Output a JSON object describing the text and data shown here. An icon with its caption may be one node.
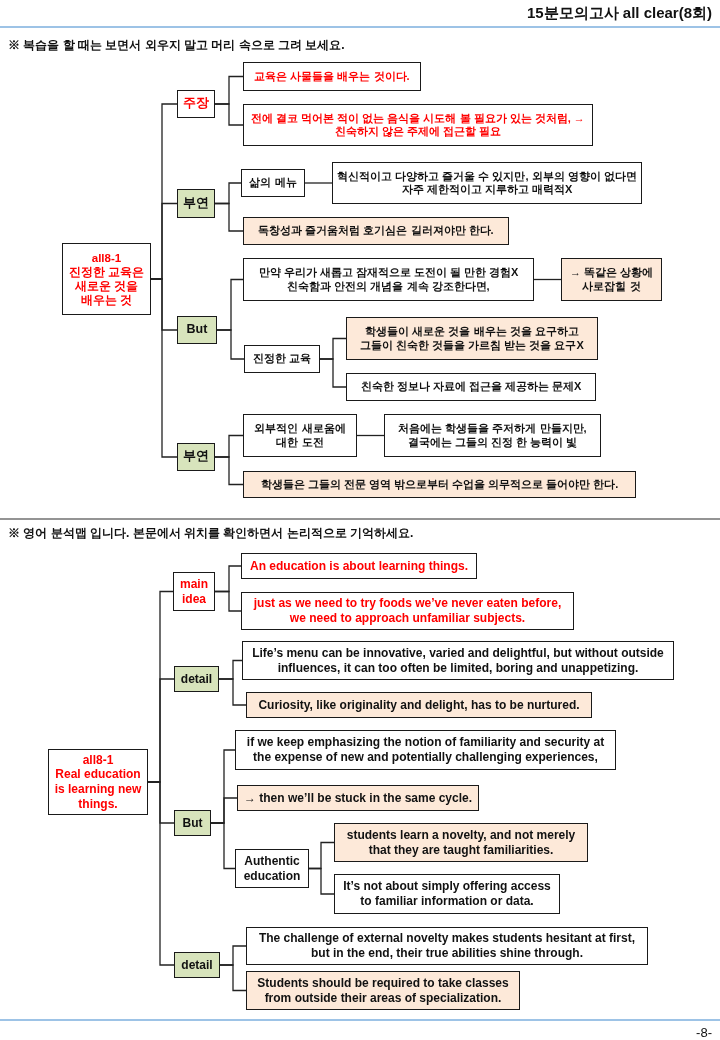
{
  "diagram": {
    "title": "15분모의고사 all clear(8회)",
    "nodes": [
      {
        "text": [
          "all8-1",
          "진정한 교육은 새로운 것을 배우는 것"
        ]
      },
      {
        "text": [
          "주장"
        ]
      },
      {
        "text": [
          "교육은 사물들을 배우는 것이다."
        ]
      },
      {
        "text": [
          "전에 결코 먹어본 적이 없는 음식을 시도해 볼 필요가 있는 것처럼, → 친숙하지 않은 주제에 접근할 필요"
        ]
      },
      {
        "text": [
          "부연"
        ]
      },
      {
        "text": [
          "삶의 메뉴"
        ]
      },
      {
        "text": [
          "혁신적이고 다양하고 즐거울 수 있지만, 외부의 영향이 없다면 자주 제한적이고 지루하고 매력적X"
        ]
      },
      {
        "text": [
          "독창성과 즐거움처럼 호기심은 길러져야만 한다."
        ]
      },
      {
        "text": [
          "But"
        ]
      },
      {
        "text": [
          "만약 우리가 새롭고 잠재적으로 도전이 될 만한 경험X 친숙함과 안전의 개념을 계속 강조한다면,"
        ]
      },
      {
        "text": [
          "→ 똑같은 상황에 사로잡힐 것"
        ]
      },
      {
        "text": [
          "진정한 교육"
        ]
      },
      {
        "text": [
          "학생들이 새로운 것을 배우는 것을 요구하고 그들이 친숙한 것들을 가르침 받는 것을 요구X"
        ]
      },
      {
        "text": [
          "친숙한 정보나 자료에 접근을 제공하는 문제X"
        ]
      },
      {
        "text": [
          "부연"
        ]
      },
      {
        "text": [
          "외부적인 새로움에 대한 도전"
        ]
      },
      {
        "text": [
          "처음에는 학생들을 주저하게 만들지만, 결국에는 그들의 진정 한 능력이 빛"
        ]
      },
      {
        "text": [
          "학생들은 그들의 전문 영역 밖으로부터 수업을 의무적으로 들어야만 한다."
        ]
      },
      {
        "text": [
          "all8-1",
          "Real education is learning new things."
        ]
      },
      {
        "text": [
          "main idea"
        ]
      },
      {
        "text": [
          "An education is about learning things."
        ]
      },
      {
        "text": [
          "just as we need to try foods we’ve never eaten before, we need to approach unfamiliar subjects."
        ]
      },
      {
        "text": [
          "detail"
        ]
      },
      {
        "text": [
          "Life’s menu can be innovative, varied and delightful, but without outside influences, it can too often be limited, boring and unappetizing."
        ]
      },
      {
        "text": [
          "Curiosity, like originality and delight, has to be nurtured."
        ]
      },
      {
        "text": [
          "But"
        ]
      },
      {
        "text": [
          "if we keep emphasizing the notion of familiarity and security at the expense of new and potentially challenging experiences,"
        ]
      },
      {
        "text": [
          "→ then we’ll be stuck in the same cycle."
        ]
      },
      {
        "text": [
          "Authentic education"
        ]
      },
      {
        "text": [
          "students learn a novelty, and not merely that they are taught familiarities."
        ]
      },
      {
        "text": [
          "It’s not about simply offering access to familiar information or data."
        ]
      },
      {
        "text": [
          "detail"
        ]
      },
      {
        "text": [
          "The challenge of external novelty makes students hesitant at first, but in the end, their true abilities shine through."
        ]
      },
      {
        "text": [
          "Students should be required to take classes from outside their areas of specialization."
        ]
      }
    ],
    "edges": [
      {
        "from": 0,
        "to": 1,
        "arrow": "none"
      },
      {
        "from": 1,
        "to": 2,
        "arrow": "none"
      },
      {
        "from": 1,
        "to": 3,
        "arrow": "none"
      },
      {
        "from": 0,
        "to": 4,
        "arrow": "none"
      },
      {
        "from": 4,
        "to": 5,
        "arrow": "none"
      },
      {
        "from": 5,
        "to": 6,
        "arrow": "none"
      },
      {
        "from": 4,
        "to": 7,
        "arrow": "none"
      },
      {
        "from": 0,
        "to": 8,
        "arrow": "none"
      },
      {
        "from": 8,
        "to": 9,
        "arrow": "none"
      },
      {
        "from": 9,
        "to": 10,
        "arrow": "none"
      },
      {
        "from": 8,
        "to": 11,
        "arrow": "none"
      },
      {
        "from": 11,
        "to": 12,
        "arrow": "none"
      },
      {
        "from": 11,
        "to": 13,
        "arrow": "none"
      },
      {
        "from": 0,
        "to": 14,
        "arrow": "none"
      },
      {
        "from": 14,
        "to": 15,
        "arrow": "none"
      },
      {
        "from": 15,
        "to": 16,
        "arrow": "none"
      },
      {
        "from": 14,
        "to": 17,
        "arrow": "none"
      },
      {
        "from": 18,
        "to": 19,
        "arrow": "none"
      },
      {
        "from": 19,
        "to": 20,
        "arrow": "none"
      },
      {
        "from": 19,
        "to": 21,
        "arrow": "none"
      },
      {
        "from": 18,
        "to": 22,
        "arrow": "none"
      },
      {
        "from": 22,
        "to": 23,
        "arrow": "none"
      },
      {
        "from": 22,
        "to": 24,
        "arrow": "none"
      },
      {
        "from": 18,
        "to": 25,
        "arrow": "none"
      },
      {
        "from": 25,
        "to": 26,
        "arrow": "none"
      },
      {
        "from": 25,
        "to": 27,
        "arrow": "none"
      },
      {
        "from": 25,
        "to": 28,
        "arrow": "none"
      },
      {
        "from": 28,
        "to": 29,
        "arrow": "none"
      },
      {
        "from": 28,
        "to": 30,
        "arrow": "none"
      },
      {
        "from": 18,
        "to": 31,
        "arrow": "none"
      },
      {
        "from": 31,
        "to": 32,
        "arrow": "none"
      },
      {
        "from": 31,
        "to": 33,
        "arrow": "none"
      }
    ],
    "labels": [
      "※ 복습을 할 때는 보면서 외우지 말고 머리 속으로 그려 보세요.",
      "※ 영어 분석맵 입니다. 본문에서 위치를 확인하면서 논리적으로 기억하세요.",
      "-8-"
    ]
  }
}
